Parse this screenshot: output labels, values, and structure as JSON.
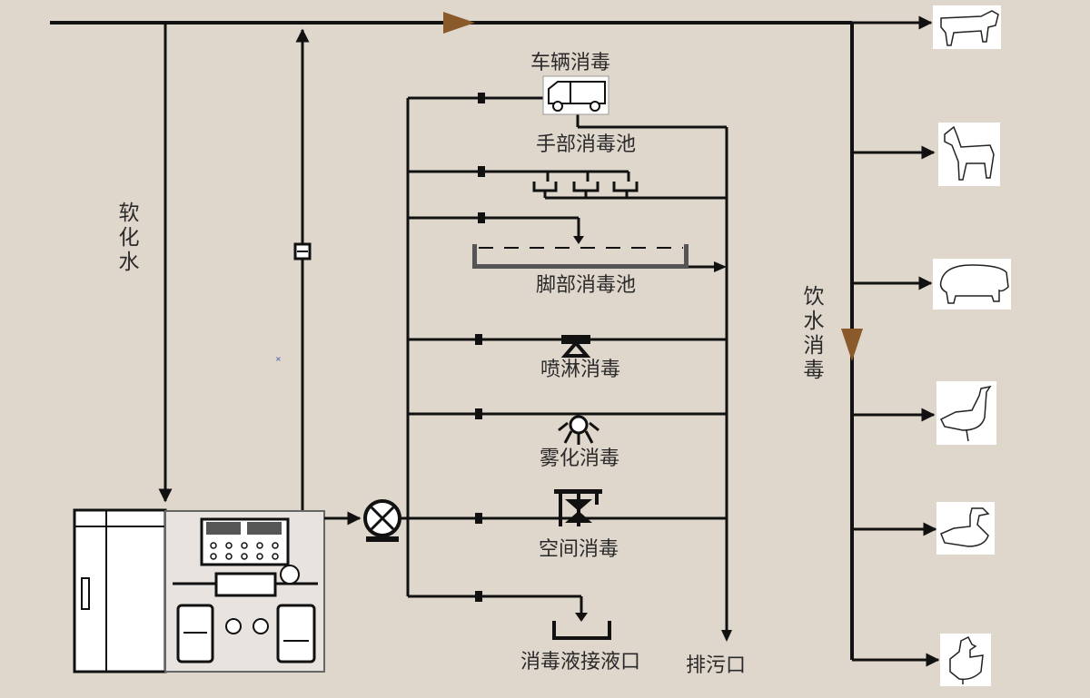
{
  "labels": {
    "softened_water": "软化水",
    "drinking_water_disinfection": "饮水消毒",
    "vehicle_disinfection": "车辆消毒",
    "hand_disinfection_pool": "手部消毒池",
    "foot_disinfection_pool": "脚部消毒池",
    "spray_disinfection": "喷淋消毒",
    "atomized_disinfection": "雾化消毒",
    "space_disinfection": "空间消毒",
    "disinfectant_outlet": "消毒液接液口",
    "sewage_outlet": "排污口"
  },
  "animals": [
    "cow-icon",
    "goat-icon",
    "pig-icon",
    "goose-icon",
    "duck-icon",
    "chicken-icon"
  ],
  "colors": {
    "background": "#dfd6cc",
    "line": "#111111",
    "flow_arrow": "#8a5a2b",
    "equipment_panel": "#e8e3de"
  }
}
